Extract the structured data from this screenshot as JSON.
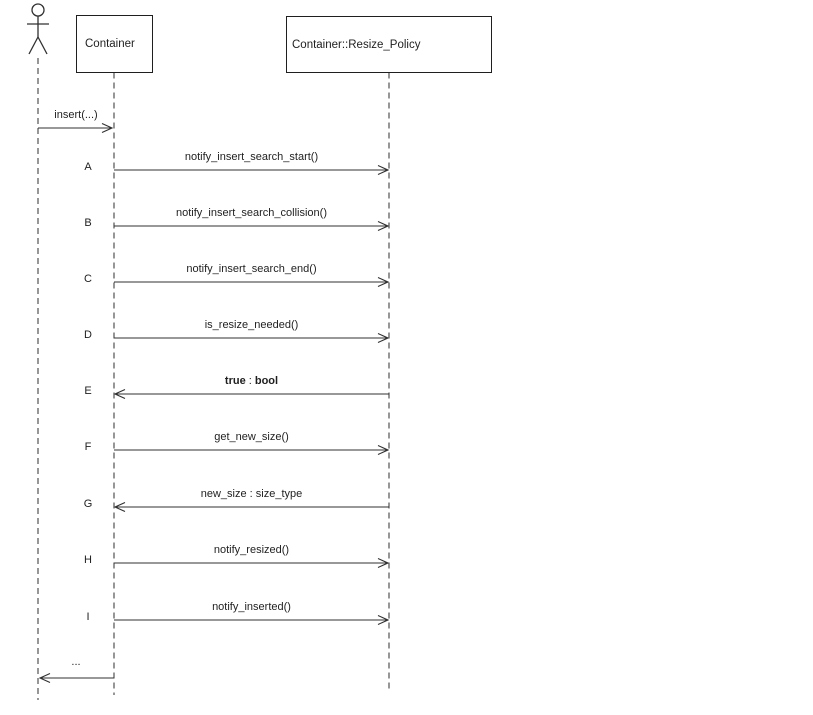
{
  "diagram": {
    "participants": {
      "container": "Container",
      "resize_policy": "Container::Resize_Policy"
    },
    "messages": {
      "insert": {
        "label": "insert(...)"
      },
      "a": {
        "letter": "A",
        "label": "notify_insert_search_start()"
      },
      "b": {
        "letter": "B",
        "label": "notify_insert_search_collision()"
      },
      "c": {
        "letter": "C",
        "label": "notify_insert_search_end()"
      },
      "d": {
        "letter": "D",
        "label": "is_resize_needed()"
      },
      "e": {
        "letter": "E",
        "value": "true",
        "sep": " : ",
        "type": "bool"
      },
      "f": {
        "letter": "F",
        "label": "get_new_size()"
      },
      "g": {
        "letter": "G",
        "label": "new_size : size_type"
      },
      "h": {
        "letter": "H",
        "label": "notify_resized()"
      },
      "i": {
        "letter": "I",
        "label": "notify_inserted()"
      },
      "ellipsis": {
        "label": "..."
      }
    },
    "colors": {
      "line": "#303030",
      "lifeline": "#5f5f5f",
      "background": "#ffffff"
    }
  }
}
